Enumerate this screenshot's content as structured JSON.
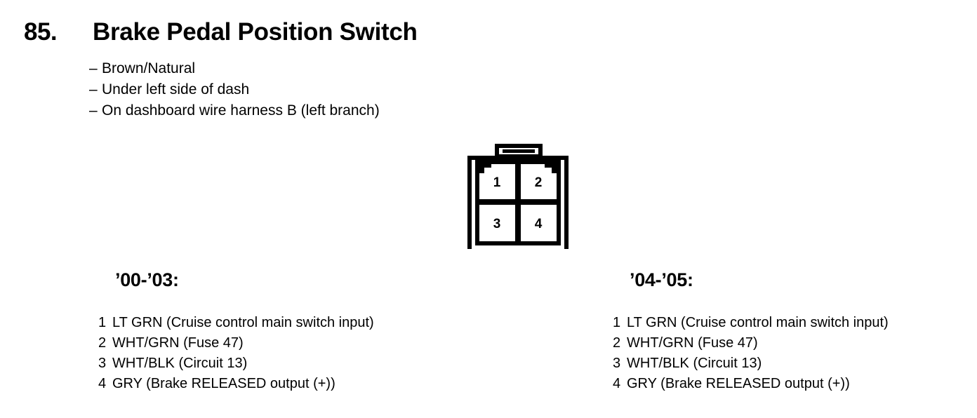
{
  "header": {
    "number": "85.",
    "title": "Brake Pedal Position Switch"
  },
  "details": {
    "dash": "–",
    "items": [
      "Brown/Natural",
      "Under left side of dash",
      "On dashboard wire harness B (left branch)"
    ]
  },
  "connector": {
    "name": "4-pin connector face view",
    "pins": [
      "1",
      "2",
      "3",
      "4"
    ]
  },
  "pin_tables": [
    {
      "heading": "’00-’03:",
      "rows": [
        {
          "pin": "1",
          "desc": "LT GRN (Cruise control main switch input)"
        },
        {
          "pin": "2",
          "desc": "WHT/GRN (Fuse 47)"
        },
        {
          "pin": "3",
          "desc": "WHT/BLK (Circuit 13)"
        },
        {
          "pin": "4",
          "desc": "GRY (Brake RELEASED output (+))"
        }
      ]
    },
    {
      "heading": "’04-’05:",
      "rows": [
        {
          "pin": "1",
          "desc": "LT GRN (Cruise control main switch input)"
        },
        {
          "pin": "2",
          "desc": "WHT/GRN (Fuse 47)"
        },
        {
          "pin": "3",
          "desc": "WHT/BLK (Circuit 13)"
        },
        {
          "pin": "4",
          "desc": "GRY (Brake RELEASED output (+))"
        }
      ]
    }
  ],
  "colors": {
    "ink": "#000000",
    "paper": "#ffffff"
  }
}
